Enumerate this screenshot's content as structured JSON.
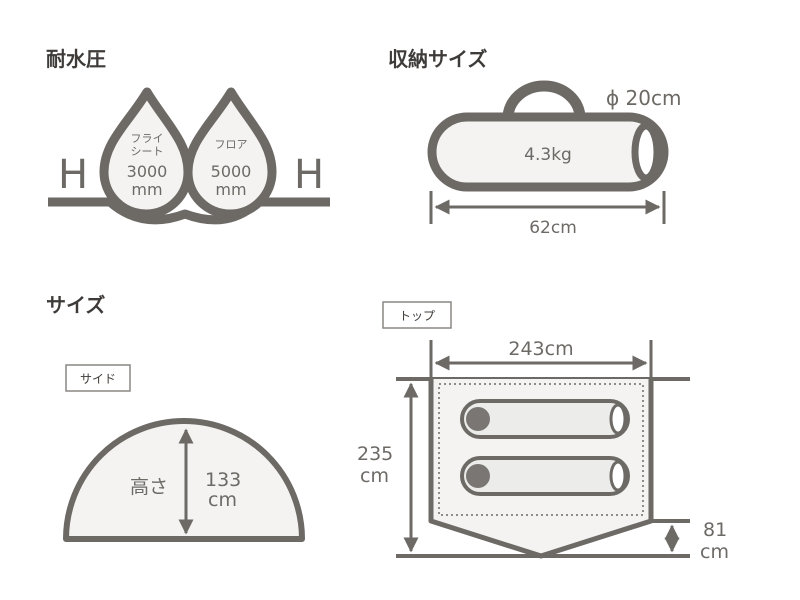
{
  "waterproof": {
    "title": "耐水圧",
    "left_h": "H",
    "right_h": "H",
    "fly": {
      "label_line1": "フライ",
      "label_line2": "シート",
      "value": "3000",
      "unit": "mm"
    },
    "floor": {
      "label": "フロア",
      "value": "5000",
      "unit": "mm"
    }
  },
  "storage": {
    "title": "収納サイズ",
    "weight": "4.3kg",
    "diameter": "ϕ 20cm",
    "length": "62cm"
  },
  "size": {
    "title": "サイズ",
    "side": {
      "tag": "サイド",
      "height_label": "高さ",
      "height_value": "133",
      "height_unit": "cm"
    },
    "top": {
      "tag": "トップ",
      "width": "243cm",
      "depth_value": "235",
      "depth_unit": "cm",
      "vestibule_value": "81",
      "vestibule_unit": "cm"
    }
  },
  "colors": {
    "stroke": "#6d6a66",
    "fill": "#f4f3f2",
    "bag": "#ececea",
    "head": "#7a7673"
  }
}
